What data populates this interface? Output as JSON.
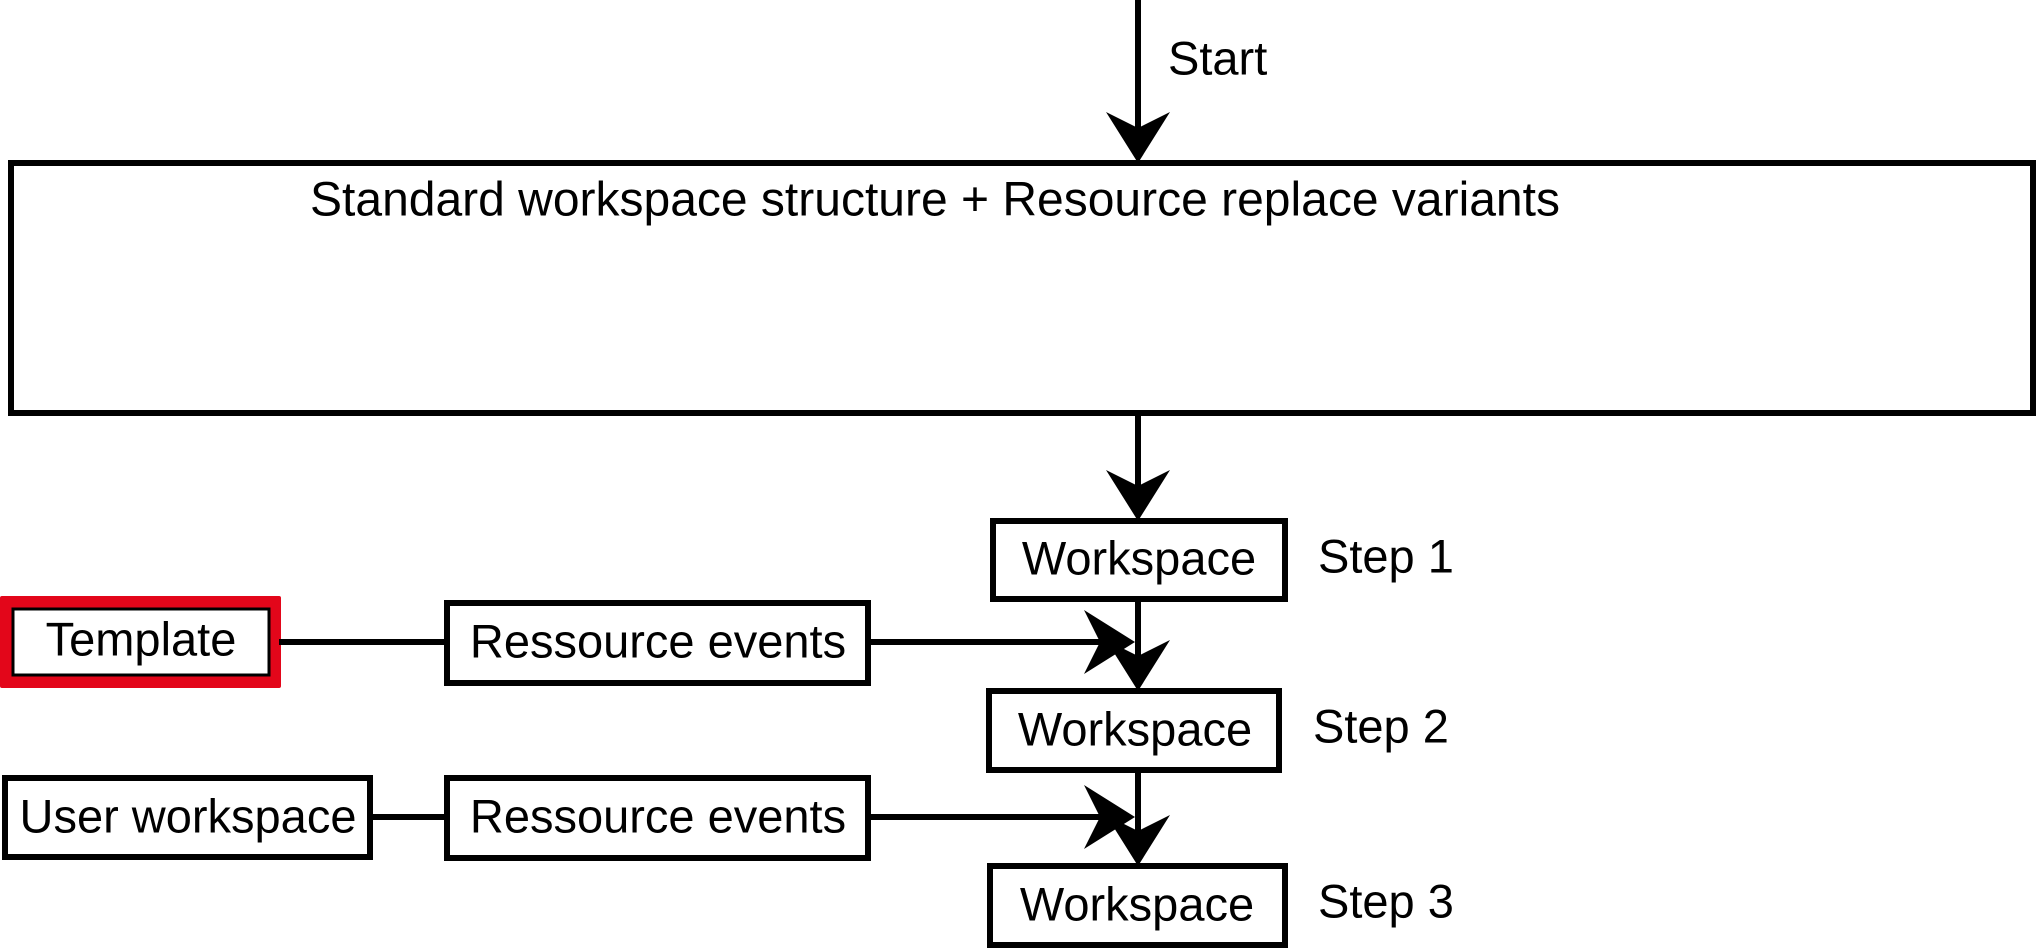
{
  "diagram": {
    "title": "Standard workspace structure + Resource replace variants",
    "start_label": "Start",
    "container": {
      "label": "Standard workspace structure + Resource replace variants"
    },
    "steps": [
      {
        "box_label": "Workspace",
        "step_label": "Step 1"
      },
      {
        "box_label": "Workspace",
        "step_label": "Step 2"
      },
      {
        "box_label": "Workspace",
        "step_label": "Step 3"
      }
    ],
    "sources": [
      {
        "source_label": "Template",
        "event_label": "Ressource events",
        "highlight_color": "#e3061a",
        "highlighted": true
      },
      {
        "source_label": "User workspace",
        "event_label": "Ressource events",
        "highlight_color": "",
        "highlighted": false
      }
    ],
    "colors": {
      "stroke": "#000000",
      "background": "#ffffff",
      "highlight": "#e3061a"
    }
  }
}
